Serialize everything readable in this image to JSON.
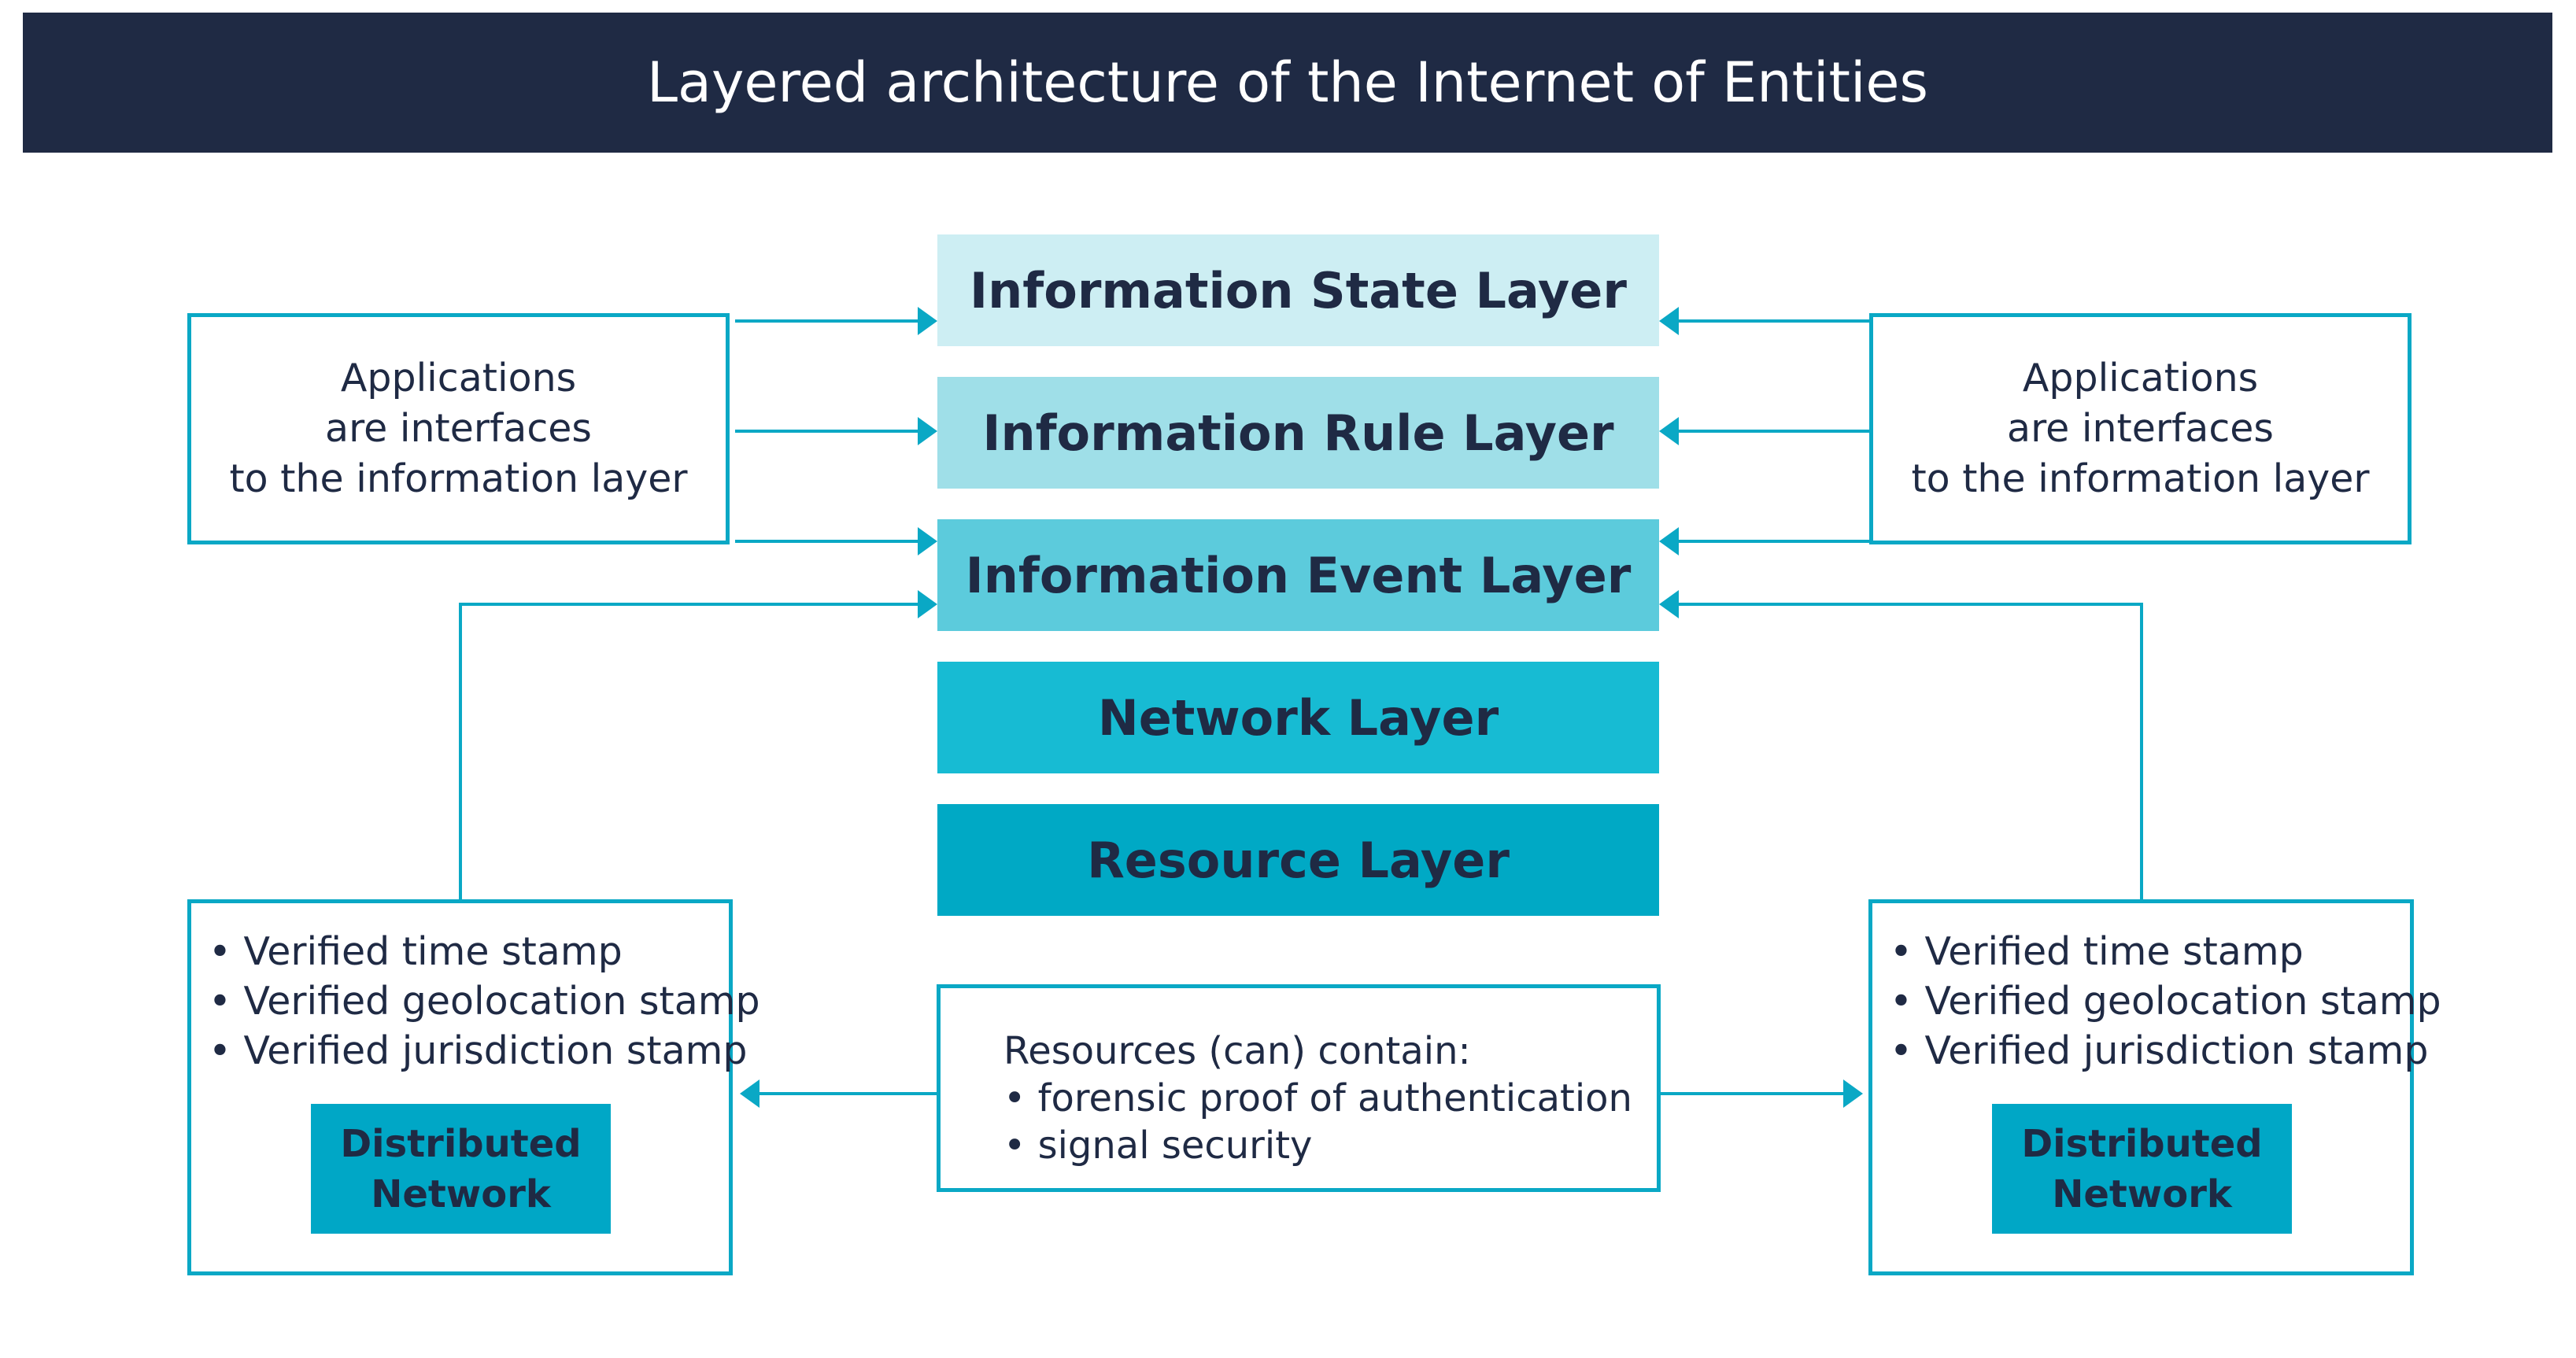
{
  "title": "Layered architecture of the Internet of Entities",
  "layers": [
    {
      "label": "Information State Layer",
      "color": "#cdeef3"
    },
    {
      "label": "Information Rule Layer",
      "color": "#9fdfe8"
    },
    {
      "label": "Information Event Layer",
      "color": "#5ccbdc"
    },
    {
      "label": "Network Layer",
      "color": "#17bbd3"
    },
    {
      "label": "Resource Layer",
      "color": "#00a9c5"
    }
  ],
  "app_box_left": {
    "lines": [
      "Applications",
      "are interfaces",
      "to the information layer"
    ]
  },
  "app_box_right": {
    "lines": [
      "Applications",
      "are interfaces",
      "to the information layer"
    ]
  },
  "stamp_box_left": {
    "items": [
      "• Verified time stamp",
      "• Verified geolocation stamp",
      "• Verified jurisdiction stamp"
    ],
    "network": [
      "Distributed",
      "Network"
    ]
  },
  "stamp_box_right": {
    "items": [
      "• Verified time stamp",
      "• Verified geolocation stamp",
      "• Verified jurisdiction stamp"
    ],
    "network": [
      "Distributed",
      "Network"
    ]
  },
  "resources_box": {
    "intro": "Resources (can) contain:",
    "items": [
      "•  forensic proof of authentication",
      "•  signal security"
    ]
  },
  "colors": {
    "title_bg": "#1f2a44",
    "accent": "#0aa8c5",
    "text": "#1f2a44"
  }
}
